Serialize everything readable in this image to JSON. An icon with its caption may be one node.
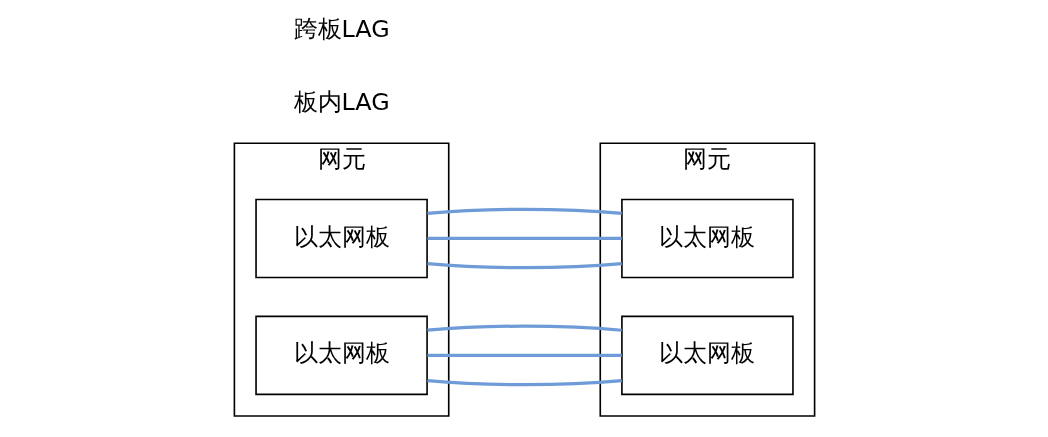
{
  "diagram": {
    "nodes": [
      {
        "text": [
          "网元"
        ]
      },
      {
        "text": [
          "以太网板"
        ],
        "in": 0
      },
      {
        "text": [
          "以太网板"
        ],
        "in": 0
      },
      {
        "text": [
          "网元"
        ]
      },
      {
        "text": [
          "以太网板"
        ],
        "in": 3
      },
      {
        "text": [
          "以太网板"
        ],
        "in": 3
      }
    ],
    "edges": [
      {
        "from": 1,
        "to": 4,
        "arrow": "none"
      },
      {
        "from": 1,
        "to": 4,
        "arrow": "none"
      },
      {
        "from": 1,
        "to": 4,
        "arrow": "none"
      },
      {
        "from": 2,
        "to": 5,
        "arrow": "none"
      },
      {
        "from": 2,
        "to": 5,
        "arrow": "none"
      },
      {
        "from": 2,
        "to": 5,
        "arrow": "none"
      }
    ],
    "labels": [
      "板内LAG",
      "跨板LAG"
    ]
  }
}
